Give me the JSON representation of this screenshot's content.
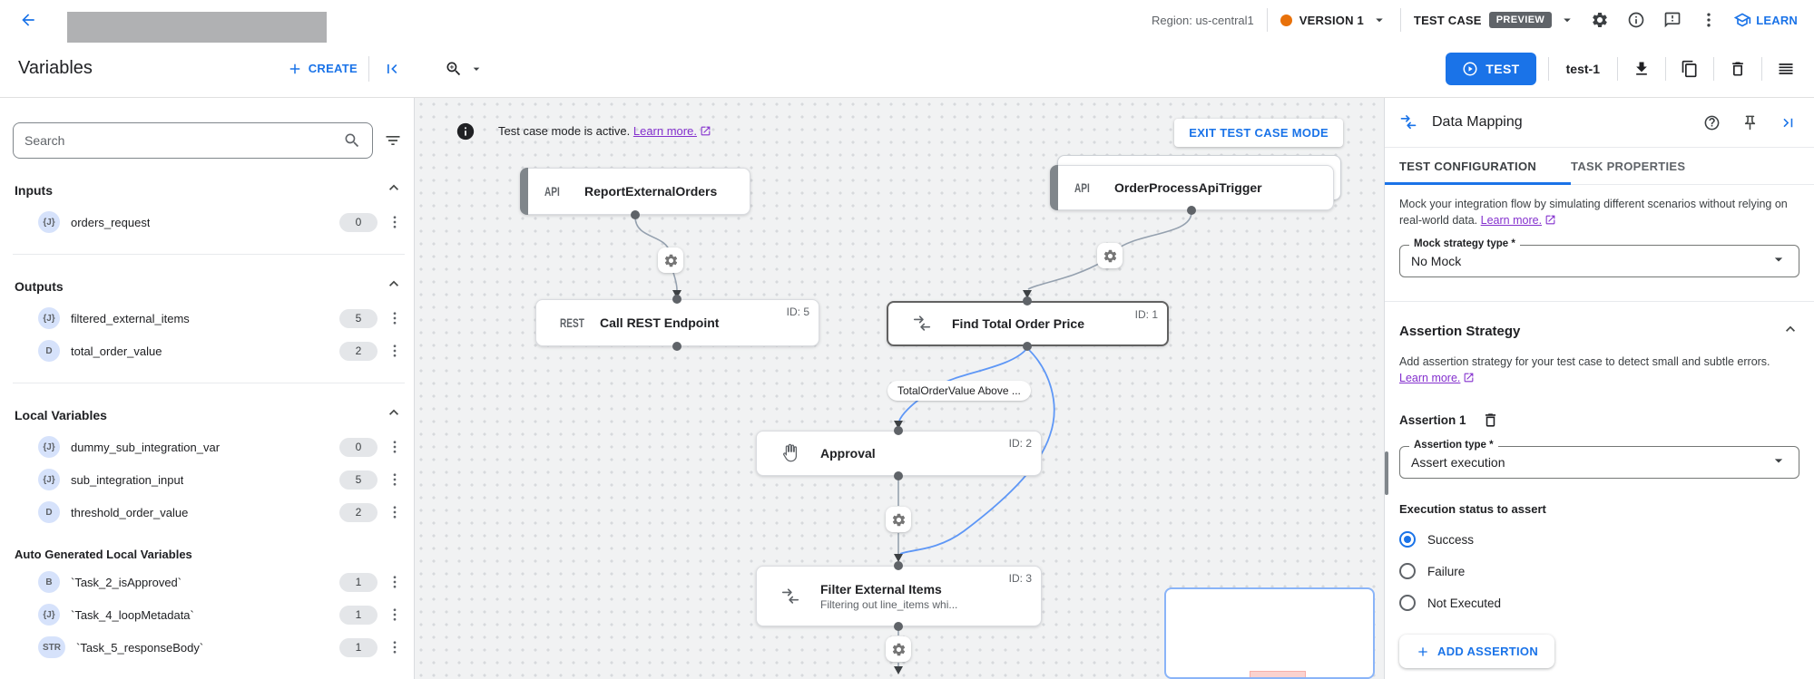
{
  "header": {
    "region_label": "Region: us-central1",
    "version_label": "VERSION 1",
    "version_dot_color": "#e8710a",
    "test_case_label": "TEST CASE",
    "preview_badge": "PREVIEW",
    "preview_badge_bg": "#5f6368",
    "learn_label": "LEARN",
    "accent_color": "#1a73e8"
  },
  "toolbar": {
    "title": "Variables",
    "create_label": "CREATE",
    "test_label": "TEST",
    "test_name": "test-1"
  },
  "variables_panel": {
    "search_placeholder": "Search",
    "sections": [
      {
        "title": "Inputs",
        "items": [
          {
            "type": "{J}",
            "name": "orders_request",
            "count": "0"
          }
        ]
      },
      {
        "title": "Outputs",
        "items": [
          {
            "type": "{J}",
            "name": "filtered_external_items",
            "count": "5"
          },
          {
            "type": "D",
            "name": "total_order_value",
            "count": "2"
          }
        ]
      },
      {
        "title": "Local Variables",
        "items": [
          {
            "type": "{J}",
            "name": "dummy_sub_integration_var",
            "count": "0"
          },
          {
            "type": "{J}",
            "name": "sub_integration_input",
            "count": "5"
          },
          {
            "type": "D",
            "name": "threshold_order_value",
            "count": "2"
          }
        ]
      },
      {
        "title": "Auto Generated Local Variables",
        "items": [
          {
            "type": "B",
            "name": "`Task_2_isApproved`",
            "count": "1"
          },
          {
            "type": "{J}",
            "name": "`Task_4_loopMetadata`",
            "count": "1"
          },
          {
            "type": "STR",
            "name": "`Task_5_responseBody`",
            "count": "1"
          }
        ]
      }
    ]
  },
  "canvas": {
    "banner": {
      "text": "Test case mode is active.",
      "link": "Learn more.",
      "exit_button": "EXIT TEST CASE MODE"
    },
    "nodes": [
      {
        "badge": "API",
        "title": "ReportExternalOrders"
      },
      {
        "badge": "API",
        "title": "OrderProcessApiTrigger"
      },
      {
        "badge": "REST",
        "title": "Call REST Endpoint",
        "id": "ID: 5"
      },
      {
        "title": "Find Total Order Price",
        "id": "ID: 1"
      },
      {
        "title": "Approval",
        "id": "ID: 2"
      },
      {
        "title": "Filter External Items",
        "subtitle": "Filtering out line_items whi...",
        "id": "ID: 3"
      }
    ],
    "edge_label": "TotalOrderValue Above ...",
    "edge_color_blue": "#5e97f6",
    "edge_color_gray": "#95a1af"
  },
  "panel": {
    "title": "Data Mapping",
    "tabs": [
      "TEST CONFIGURATION",
      "TASK PROPERTIES"
    ],
    "mock": {
      "description": "Mock your integration flow by simulating different scenarios without relying on real-world data.",
      "link": "Learn more.",
      "field_label": "Mock strategy type *",
      "field_value": "No Mock"
    },
    "assertion": {
      "title": "Assertion Strategy",
      "description": "Add assertion strategy for your test case to detect small and subtle errors.",
      "link": "Learn more.",
      "item_title": "Assertion 1",
      "type_label": "Assertion type *",
      "type_value": "Assert execution",
      "status_label": "Execution status to assert",
      "options": [
        {
          "label": "Success",
          "selected": true
        },
        {
          "label": "Failure",
          "selected": false
        },
        {
          "label": "Not Executed",
          "selected": false
        }
      ],
      "add_button": "ADD ASSERTION"
    }
  }
}
